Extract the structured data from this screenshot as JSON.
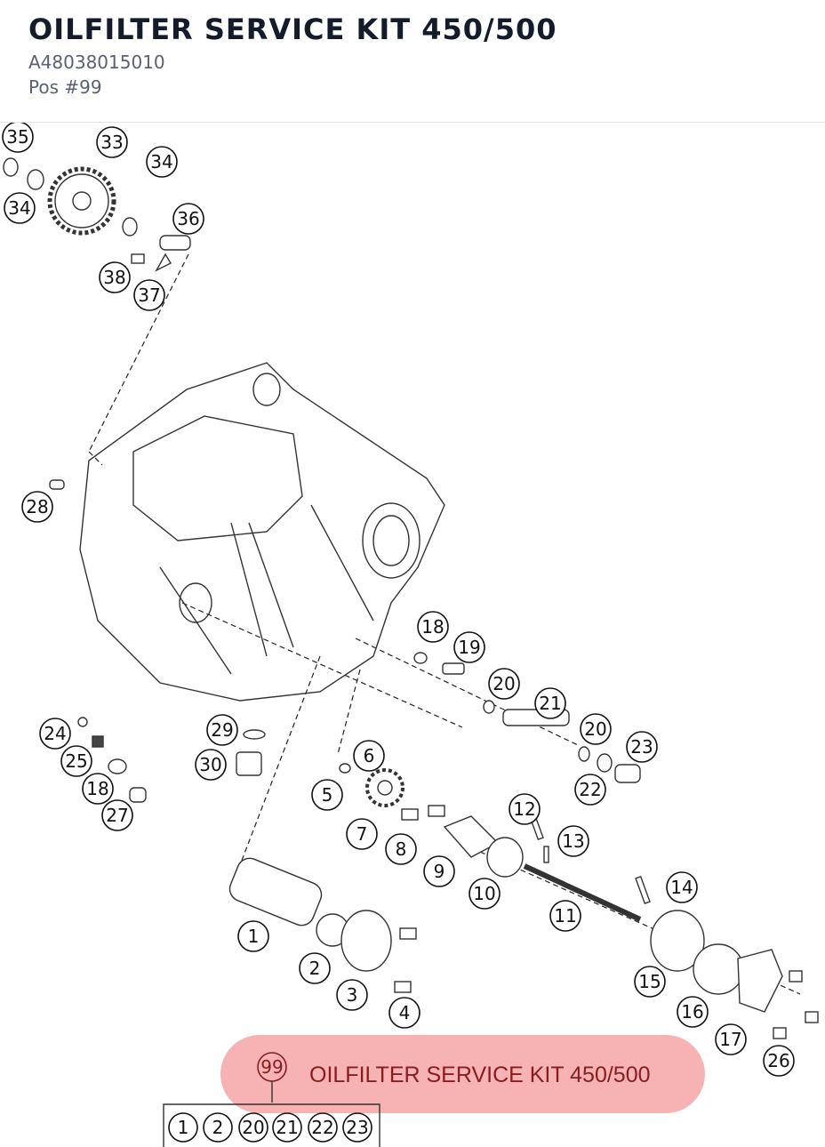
{
  "header": {
    "title": "OILFILTER SERVICE KIT 450/500",
    "part_number": "A48038015010",
    "position": "Pos #99"
  },
  "diagram": {
    "callouts": [
      "35",
      "33",
      "34",
      "34",
      "36",
      "38",
      "37",
      "28",
      "18",
      "19",
      "20",
      "21",
      "20",
      "23",
      "22",
      "24",
      "25",
      "18",
      "27",
      "29",
      "30",
      "6",
      "5",
      "7",
      "8",
      "12",
      "13",
      "9",
      "10",
      "11",
      "14",
      "1",
      "2",
      "3",
      "4",
      "15",
      "16",
      "17",
      "26"
    ],
    "legend": {
      "position": "99",
      "label": "OILFILTER SERVICE KIT 450/500",
      "parts": [
        "1",
        "2",
        "20",
        "21",
        "22",
        "23"
      ]
    },
    "highlight_color": "#f28b8b"
  }
}
